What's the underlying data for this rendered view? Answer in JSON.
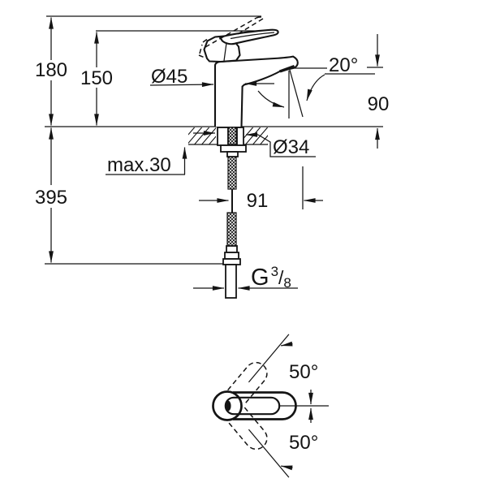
{
  "drawing": {
    "kind": "technical dimension drawing",
    "subject": "single-lever basin mixer tap, side elevation and plan view of handle swing",
    "colors": {
      "line": "#141414",
      "background": "#ffffff"
    }
  },
  "labels": {
    "lever_raised_height": "180",
    "lever_rest_height": "150",
    "body_diameter": "Ø45",
    "spout_angle": "20°",
    "spout_height": "90",
    "max_deck_thickness": "max.30",
    "hole_diameter": "Ø34",
    "supply_length": "395",
    "hose_offset": "91",
    "thread_G": "G",
    "thread_numerator": "3",
    "thread_slash": "/",
    "thread_denominator": "8",
    "swing_angle_up": "50°",
    "swing_angle_down": "50°"
  }
}
